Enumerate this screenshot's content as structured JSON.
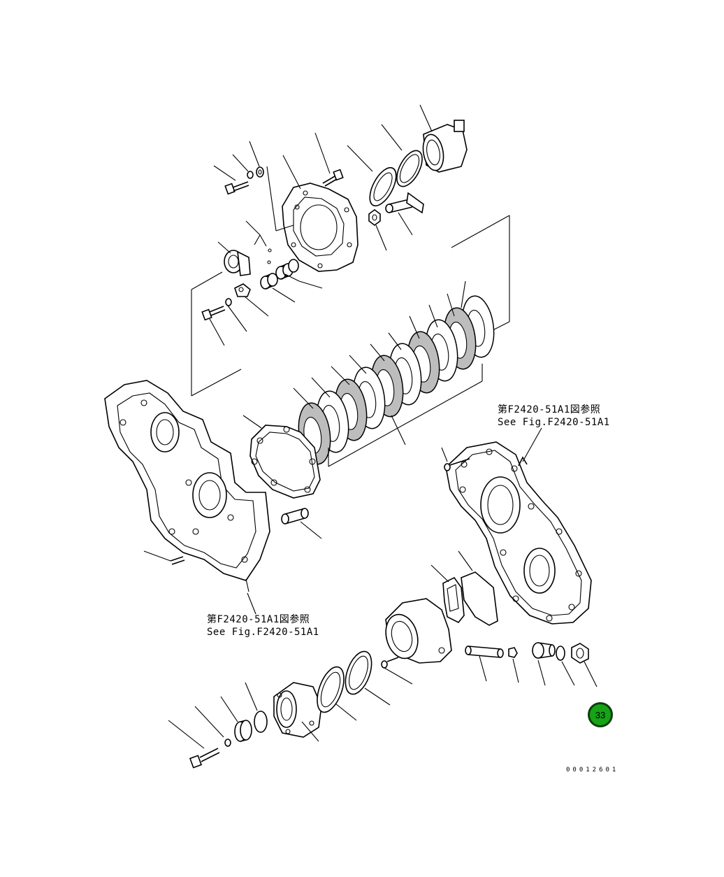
{
  "references": [
    {
      "jp": "第F2420-51A1図参照",
      "en": "See Fig.F2420-51A1"
    },
    {
      "jp": "第F2420-51A1図参照",
      "en": "See Fig.F2420-51A1"
    }
  ],
  "drawing_code": "00012601",
  "page_badge": {
    "label": "33",
    "color": "#16a316"
  },
  "icons": [
    "transmission-case-icon",
    "clutch-disc-stack-icon",
    "retainer-housing-icon",
    "cover-plate-icon"
  ]
}
